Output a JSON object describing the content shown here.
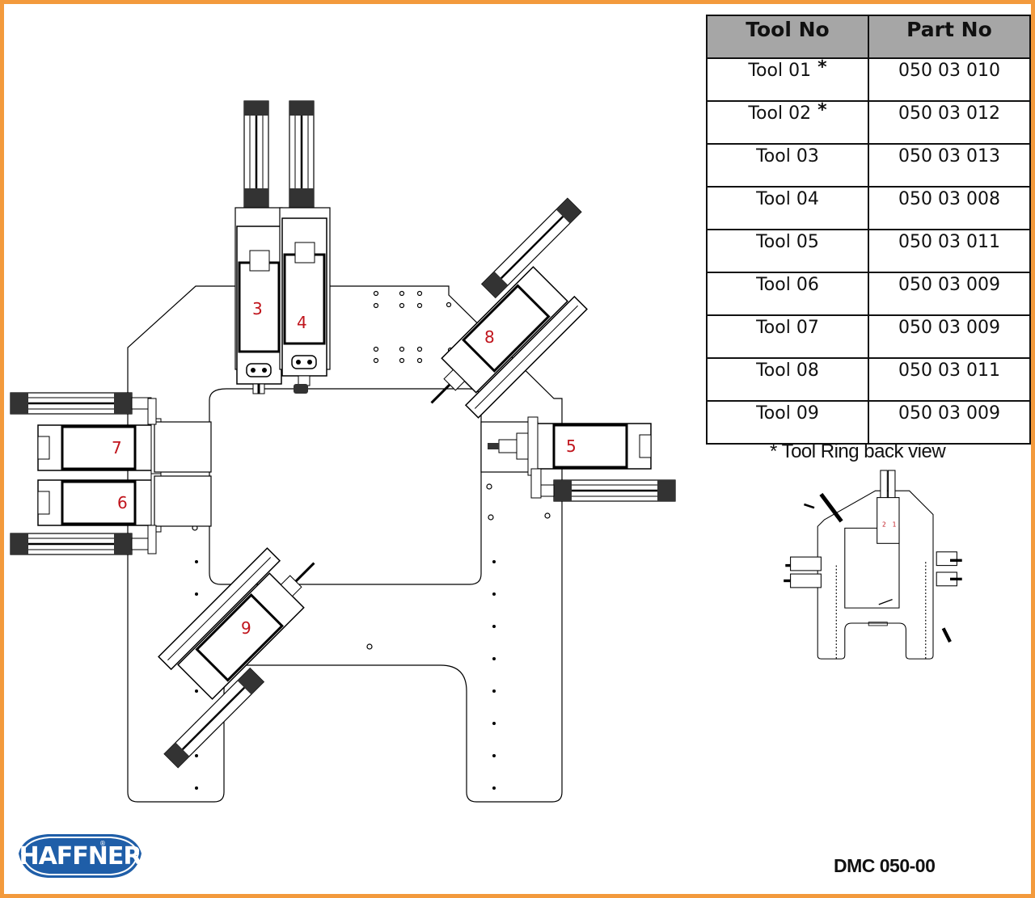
{
  "table": {
    "headers": [
      "Tool No",
      "Part No"
    ],
    "rows": [
      {
        "tool": "Tool 01",
        "part": "050 03 010",
        "star": "*"
      },
      {
        "tool": "Tool 02",
        "part": "050 03 012",
        "star": "*"
      },
      {
        "tool": "Tool 03",
        "part": "050 03 013",
        "star": ""
      },
      {
        "tool": "Tool 04",
        "part": "050 03 008",
        "star": ""
      },
      {
        "tool": "Tool 05",
        "part": "050 03 011",
        "star": ""
      },
      {
        "tool": "Tool 06",
        "part": "050 03 009",
        "star": ""
      },
      {
        "tool": "Tool 07",
        "part": "050 03 009",
        "star": ""
      },
      {
        "tool": "Tool 08",
        "part": "050 03 011",
        "star": ""
      },
      {
        "tool": "Tool 09",
        "part": "050 03 009",
        "star": ""
      }
    ]
  },
  "note": "* Tool Ring back view",
  "model_code": "DMC 050-00",
  "logo": {
    "text": "HAFFNER",
    "mark": "®"
  },
  "tool_labels": {
    "t1": "1",
    "t2": "2",
    "t3": "3",
    "t4": "4",
    "t5": "5",
    "t6": "6",
    "t7": "7",
    "t8": "8",
    "t9": "9"
  },
  "colors": {
    "border": "#f39a3c",
    "header_fill": "#a6a6a6",
    "tool_number": "#c0141c",
    "logo_blue": "#1f5ea8"
  }
}
